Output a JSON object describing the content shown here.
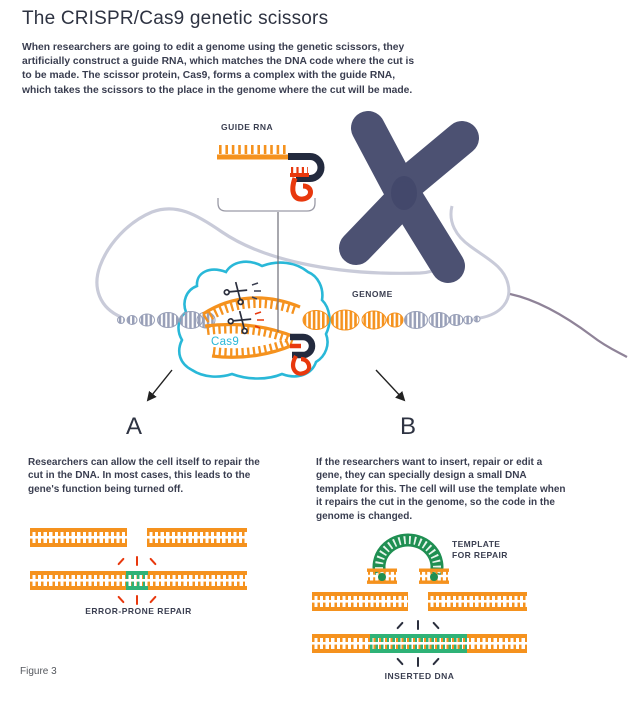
{
  "header": {
    "title": "The CRISPR/Cas9 genetic scissors",
    "intro": "When researchers are going to edit a genome using the genetic scissors, they artificially construct a guide RNA, which matches the DNA code where the cut is to be made. The scissor protein, Cas9, forms a complex with the guide RNA, which takes the scissors to the place in the genome where the cut will be made."
  },
  "diagram": {
    "guide_rna_label": "GUIDE RNA",
    "genome_label": "GENOME",
    "cas9_label": "Cas9"
  },
  "section_a": {
    "heading": "A",
    "body": "Researchers can allow the cell itself to repair the cut in the DNA. In most cases, this leads to the gene's function being turned off.",
    "caption": "ERROR-PRONE REPAIR"
  },
  "section_b": {
    "heading": "B",
    "body": "If the researchers want to insert, repair or edit a gene, they can specially design a small DNA template for this. The cell will use the template when it repairs the cut in the genome, so the code in the genome is changed.",
    "template_label": "TEMPLATE FOR REPAIR",
    "caption": "INSERTED DNA"
  },
  "footer": {
    "figure_label": "Figure 3"
  },
  "colors": {
    "orange": "#F5921E",
    "green": "#2FB277",
    "green_dark": "#1F8F52",
    "cyan": "#29B8D8",
    "red": "#E8380D",
    "navy": "#232A3E",
    "chromosome": "#4C5172",
    "helix_gray": "#99A0B8",
    "thread": "#C9CBD9",
    "text": "#3A3E50"
  }
}
